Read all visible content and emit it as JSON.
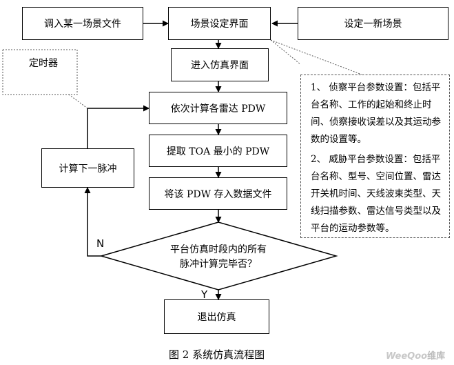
{
  "nodes": {
    "load_file": "调入某一场景文件",
    "scene_setup": "场景设定界面",
    "new_scene": "设定一新场景",
    "enter_sim": "进入仿真界面",
    "calc_pdw": "依次计算各雷达 PDW",
    "extract_toa": "提取 TOA 最小的 PDW",
    "save_pdw": "将该 PDW 存入数据文件",
    "next_pulse": "计算下一脉冲",
    "decision_line1": "平台仿真时段内的所有",
    "decision_line2": "脉冲计算完毕否？",
    "exit_sim": "退出仿真",
    "timer": "定时器"
  },
  "note": {
    "item1": "1、 侦察平台参数设置：包括平台名称、工作的起始和终止时间、侦察接收误差以及其运动参数的设置等。",
    "item2": "2、 威胁平台参数设置：包括平台名称、型号、空间位置、雷达开关机时间、天线波束类型、天线扫描参数、雷达信号类型以及平台的运动参数等。"
  },
  "labels": {
    "no": "N",
    "yes": "Y"
  },
  "caption": "图 2  系统仿真流程图",
  "watermark": {
    "latin": "WeeQoo",
    "cn": "维库"
  }
}
